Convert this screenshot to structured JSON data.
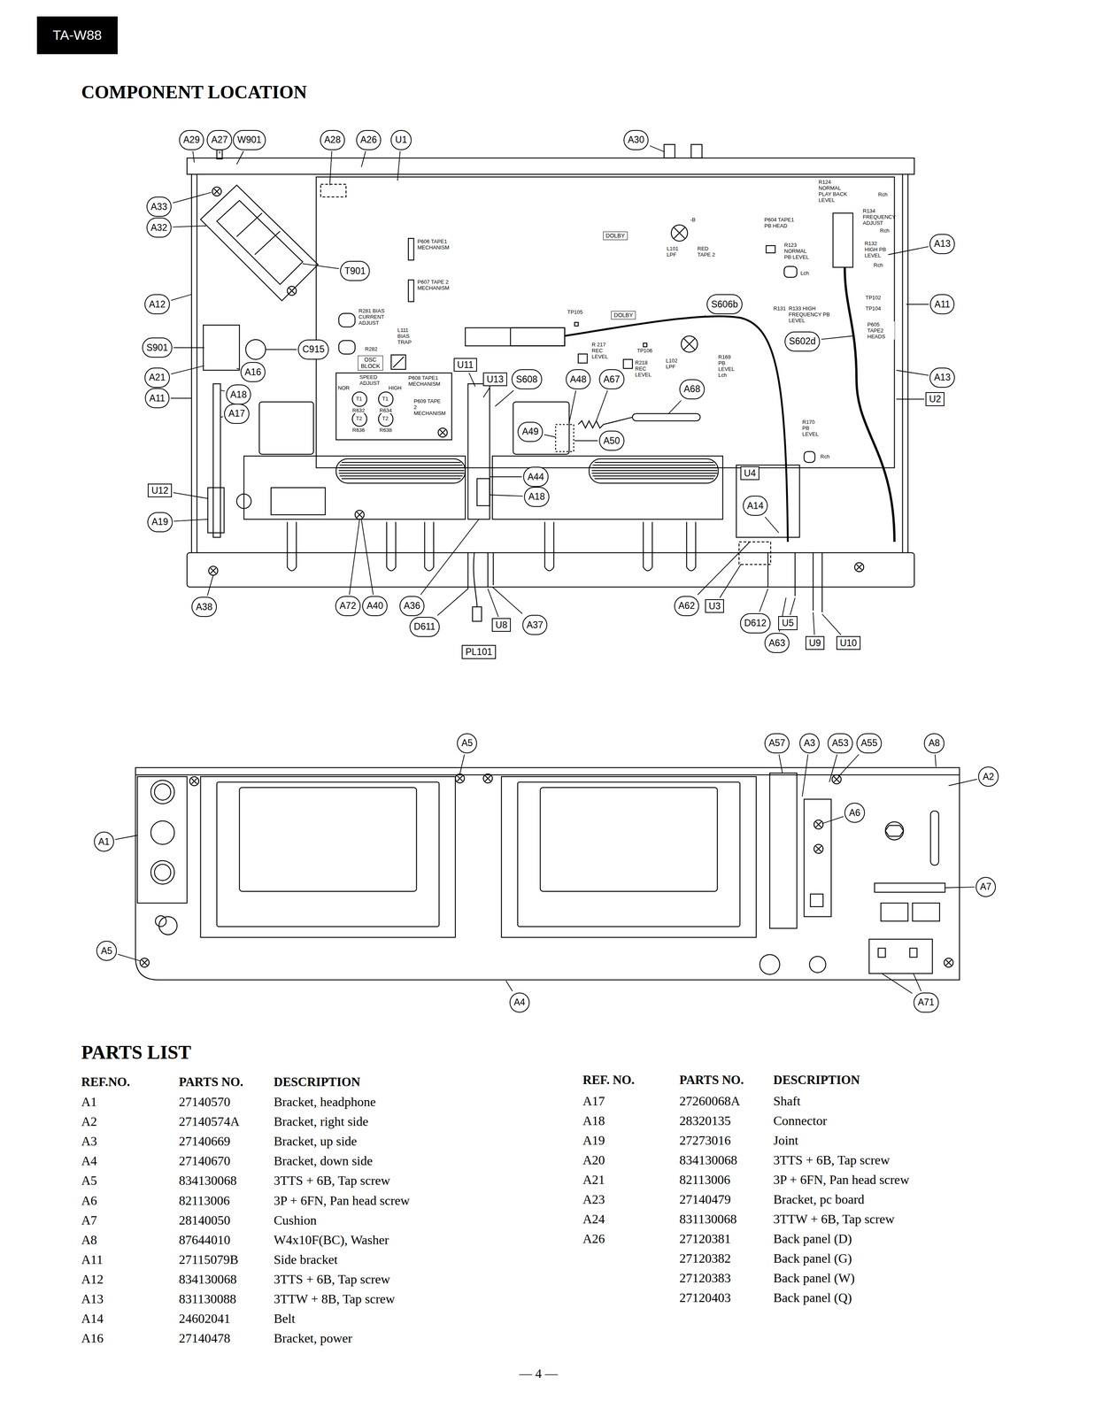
{
  "diagram": {
    "title": "COMPONENT LOCATION",
    "nodes": [
      {
        "text": [
          "TA-W88"
        ]
      },
      {
        "text": [
          "A29"
        ]
      },
      {
        "text": [
          "A27"
        ]
      },
      {
        "text": [
          "W901"
        ]
      },
      {
        "text": [
          "A28"
        ]
      },
      {
        "text": [
          "A26"
        ]
      },
      {
        "text": [
          "U1"
        ]
      },
      {
        "text": [
          "A30"
        ]
      },
      {
        "text": [
          "A33"
        ]
      },
      {
        "text": [
          "A32"
        ]
      },
      {
        "text": [
          "T901"
        ]
      },
      {
        "text": [
          "A12"
        ]
      },
      {
        "text": [
          "S901"
        ]
      },
      {
        "text": [
          "C915"
        ]
      },
      {
        "text": [
          "A21"
        ]
      },
      {
        "text": [
          "A16"
        ]
      },
      {
        "text": [
          "A11"
        ]
      },
      {
        "text": [
          "A18"
        ]
      },
      {
        "text": [
          "A17"
        ]
      },
      {
        "text": [
          "U12"
        ]
      },
      {
        "text": [
          "A19"
        ]
      },
      {
        "text": [
          "A38"
        ]
      },
      {
        "text": [
          "A72"
        ]
      },
      {
        "text": [
          "A40"
        ]
      },
      {
        "text": [
          "A36"
        ]
      },
      {
        "text": [
          "D611"
        ]
      },
      {
        "text": [
          "U8"
        ]
      },
      {
        "text": [
          "A37"
        ]
      },
      {
        "text": [
          "PL101"
        ]
      },
      {
        "text": [
          "DOLBY"
        ]
      },
      {
        "text": [
          "A13"
        ]
      },
      {
        "text": [
          "S606b"
        ]
      },
      {
        "text": [
          "A11"
        ]
      },
      {
        "text": [
          "S602d"
        ]
      },
      {
        "text": [
          "DOLBY"
        ]
      },
      {
        "text": [
          "OSC BLOCK"
        ]
      },
      {
        "text": [
          "U11"
        ]
      },
      {
        "text": [
          "U13"
        ]
      },
      {
        "text": [
          "S608"
        ]
      },
      {
        "text": [
          "A48"
        ]
      },
      {
        "text": [
          "A67"
        ]
      },
      {
        "text": [
          "A68"
        ]
      },
      {
        "text": [
          "A13"
        ]
      },
      {
        "text": [
          "U2"
        ]
      },
      {
        "text": [
          "A49"
        ]
      },
      {
        "text": [
          "A50"
        ]
      },
      {
        "text": [
          "A44"
        ]
      },
      {
        "text": [
          "A18"
        ]
      },
      {
        "text": [
          "U4"
        ]
      },
      {
        "text": [
          "A14"
        ]
      },
      {
        "text": [
          "A62"
        ]
      },
      {
        "text": [
          "U3"
        ]
      },
      {
        "text": [
          "D612"
        ]
      },
      {
        "text": [
          "U5"
        ]
      },
      {
        "text": [
          "A63"
        ]
      },
      {
        "text": [
          "U9"
        ]
      },
      {
        "text": [
          "U10"
        ]
      },
      {
        "text": [
          "A5"
        ]
      },
      {
        "text": [
          "A57"
        ]
      },
      {
        "text": [
          "A3"
        ]
      },
      {
        "text": [
          "A53"
        ]
      },
      {
        "text": [
          "A55"
        ]
      },
      {
        "text": [
          "A8"
        ]
      },
      {
        "text": [
          "A2"
        ]
      },
      {
        "text": [
          "A6"
        ]
      },
      {
        "text": [
          "A1"
        ]
      },
      {
        "text": [
          "A7"
        ]
      },
      {
        "text": [
          "A5"
        ]
      },
      {
        "text": [
          "A4"
        ]
      },
      {
        "text": [
          "A71"
        ]
      }
    ],
    "labels": [
      "P606 TAPE1 MECHANISM",
      "P607 TAPE 2 MECHANISM",
      "R281 BIAS CURRENT ADJUST",
      "L111 BIAS TRAP",
      "R282",
      "SPEED ADJUST",
      "NOR",
      "HIGH",
      "P608 TAPE1 MECHANISM",
      "P609 TAPE 2 MECHANISM",
      "T1",
      "T1",
      "R632",
      "R634",
      "T2",
      "T2",
      "R636",
      "R638",
      "TP105",
      "R 217 REC LEVEL",
      "TP106",
      "R218 REC LEVEL",
      "L102 LPF",
      "-B",
      "L101 LPF",
      "RED TAPE 2",
      "P604 TAPE1 PB HEAD",
      "R124 NORMAL PLAY BACK LEVEL",
      "Rch",
      "R134 FREQUENCY ADJUST",
      "Rch",
      "R123 NORMAL PB LEVEL",
      "R132 HIGH PB LEVEL",
      "Rch",
      "Lch",
      "R131",
      "R133 HIGH FREQUENCY PB LEVEL",
      "TP102",
      "TP104",
      "P605 TAPE2 HEADS",
      "R169 PB LEVEL Lch",
      "R170 PB LEVEL",
      "Rch",
      "PARTS LIST",
      "REF.NO.",
      "PARTS NO.",
      "DESCRIPTION",
      "REF. NO.",
      "PARTS NO.",
      "DESCRIPTION",
      "A1",
      "27140570",
      "Bracket, headphone",
      "A2",
      "27140574A",
      "Bracket, right side",
      "A3",
      "27140669",
      "Bracket, up side",
      "A4",
      "27140670",
      "Bracket, down side",
      "A5",
      "834130068",
      "3TTS + 6B, Tap screw",
      "A6",
      "82113006",
      "3P + 6FN, Pan head screw",
      "A7",
      "28140050",
      "Cushion",
      "A8",
      "87644010",
      "W4x10F(BC), Washer",
      "A11",
      "27115079B",
      "Side bracket",
      "A12",
      "834130068",
      "3TTS + 6B, Tap screw",
      "A13",
      "831130088",
      "3TTW + 8B, Tap screw",
      "A14",
      "24602041",
      "Belt",
      "A16",
      "27140478",
      "Bracket, power",
      "A17",
      "27260068A",
      "Shaft",
      "A18",
      "28320135",
      "Connector",
      "A19",
      "27273016",
      "Joint",
      "A20",
      "834130068",
      "3TTS + 6B, Tap screw",
      "A21",
      "82113006",
      "3P + 6FN, Pan head screw",
      "A23",
      "27140479",
      "Bracket, pc board",
      "A24",
      "831130068",
      "3TTW + 6B, Tap screw",
      "A26",
      "27120381",
      "Back panel (D)",
      "27120382",
      "Back panel (G)",
      "27120383",
      "Back panel (W)",
      "27120403",
      "Back panel (Q)",
      "— 4 —"
    ]
  }
}
